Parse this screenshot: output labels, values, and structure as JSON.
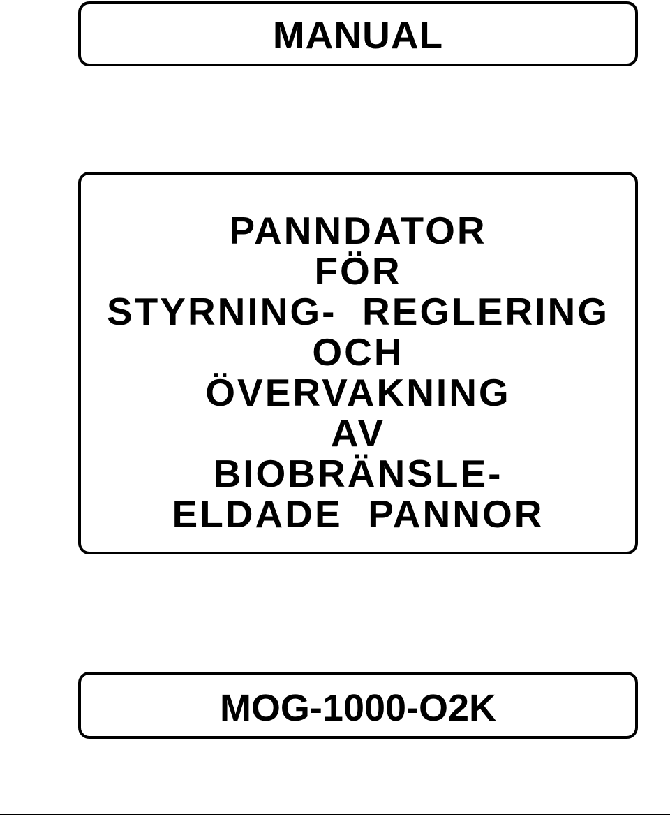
{
  "header": {
    "label": "MANUAL"
  },
  "title": {
    "lines": [
      "PANNDATOR",
      "FÖR",
      "STYRNING-  REGLERING",
      "OCH",
      "ÖVERVAKNING",
      "AV",
      "BIOBRÄNSLE-",
      "ELDADE  PANNOR"
    ]
  },
  "footer": {
    "model": "MOG-1000-O2K"
  },
  "colors": {
    "ink": "#000000",
    "background": "#ffffff"
  }
}
